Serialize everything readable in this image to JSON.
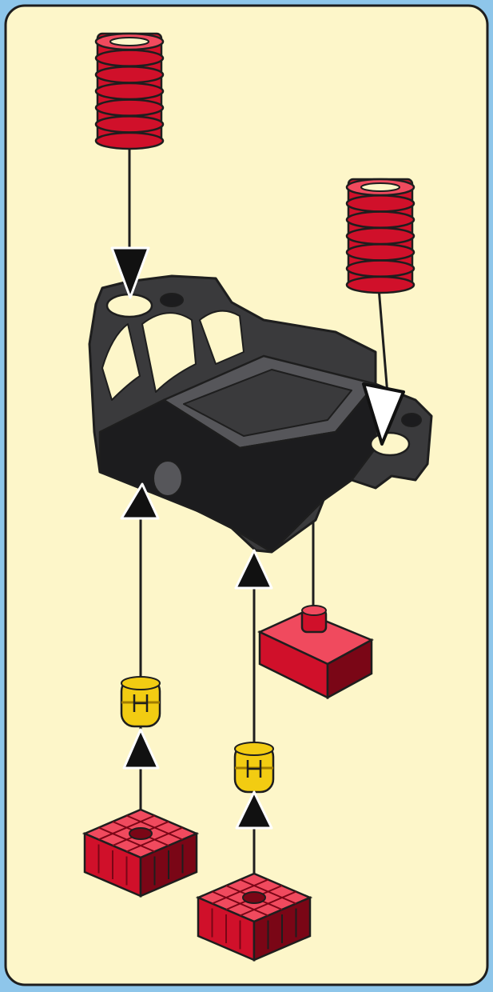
{
  "colors": {
    "frame_blue": "#8ec6ea",
    "panel_cream": "#fdf6c9",
    "outline": "#1e1e1e",
    "red_part": "#d0102a",
    "red_dark": "#7a0616",
    "red_light": "#f04a5e",
    "yellow_part": "#f2cc12",
    "yellow_dark": "#a07c00",
    "black_part": "#3a3a3c",
    "black_light": "#56565a",
    "black_dark": "#1c1c1e",
    "arrow_black": "#111111",
    "arrow_white": "#ffffff"
  },
  "parts": [
    {
      "id": "spring-top-left",
      "kind": "spring",
      "color": "red"
    },
    {
      "id": "spring-top-right",
      "kind": "spring",
      "color": "red"
    },
    {
      "id": "base-block",
      "kind": "bracket",
      "color": "black"
    },
    {
      "id": "block-right",
      "kind": "square-block",
      "color": "red"
    },
    {
      "id": "connector-left",
      "kind": "connector",
      "color": "yellow"
    },
    {
      "id": "connector-center",
      "kind": "connector",
      "color": "yellow"
    },
    {
      "id": "square-left",
      "kind": "grid-square",
      "color": "red"
    },
    {
      "id": "square-center",
      "kind": "grid-square",
      "color": "red"
    }
  ],
  "arrows": [
    {
      "id": "arrow-spring-left-down",
      "direction": "down",
      "fill": "black"
    },
    {
      "id": "arrow-spring-right-down",
      "direction": "down",
      "fill": "white"
    },
    {
      "id": "arrow-left-up",
      "direction": "up",
      "fill": "black"
    },
    {
      "id": "arrow-center-up",
      "direction": "up",
      "fill": "black"
    },
    {
      "id": "arrow-connector-left-up",
      "direction": "up",
      "fill": "black"
    },
    {
      "id": "arrow-connector-center-up",
      "direction": "up",
      "fill": "black"
    }
  ]
}
